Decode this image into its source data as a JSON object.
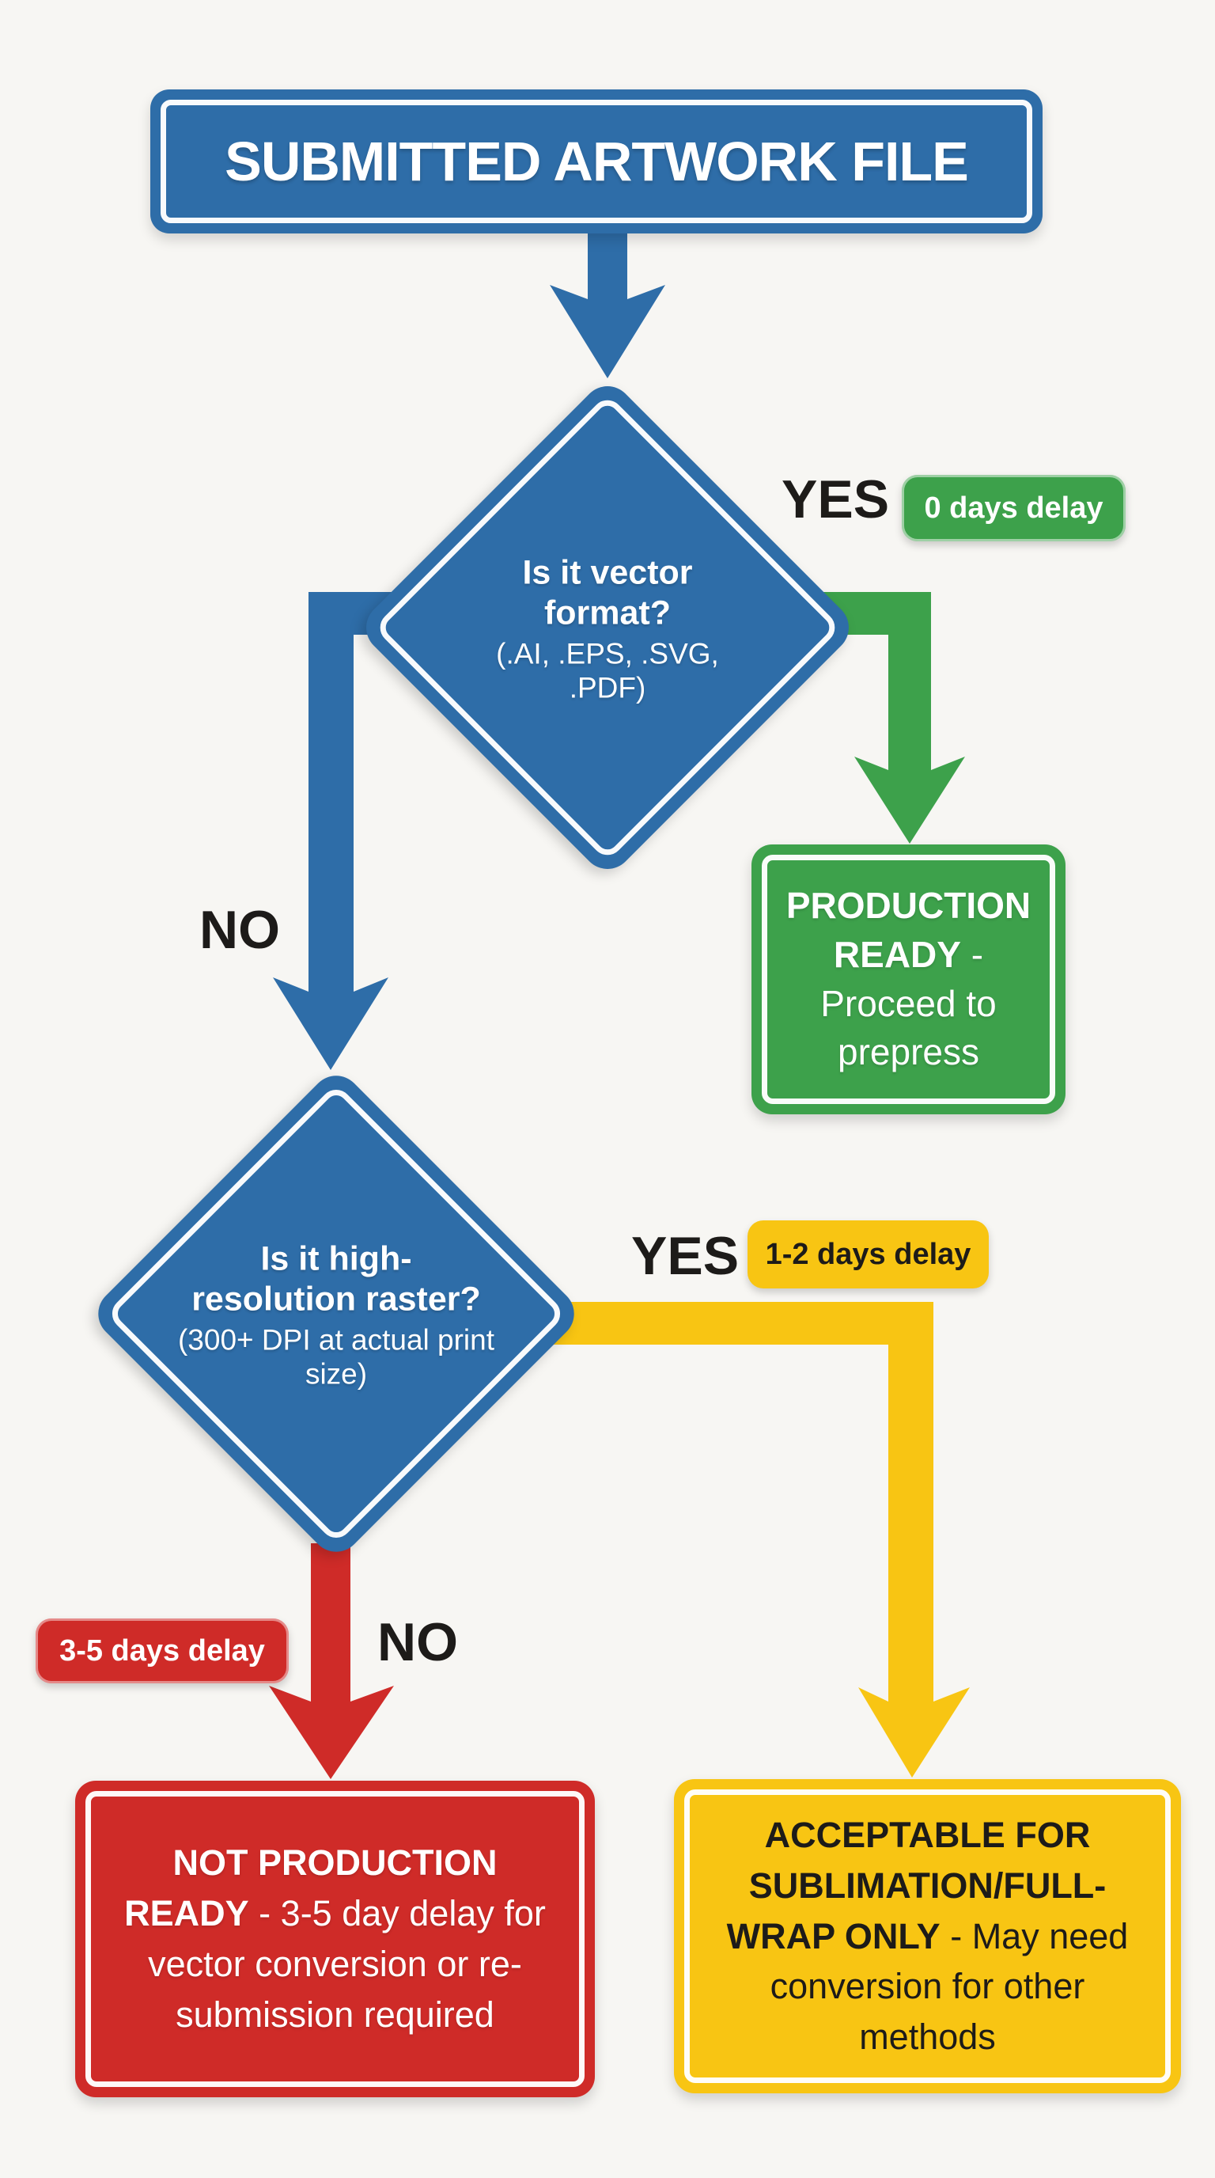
{
  "colors": {
    "blue": "#2e6da8",
    "green": "#3da14b",
    "yellow": "#f8c513",
    "red": "#cf2b28",
    "ink": "#1d1b19",
    "bg": "#f7f6f3",
    "white": "#ffffff"
  },
  "title": {
    "text": "SUBMITTED ARTWORK FILE"
  },
  "decision_vector": {
    "question": "Is it vector format?",
    "detail": "(.AI, .EPS, .SVG, .PDF)",
    "yes_label": "YES",
    "yes_badge": "0 days delay",
    "no_label": "NO"
  },
  "decision_raster": {
    "question": "Is it high-resolution raster?",
    "detail": "(300+ DPI at actual print size)",
    "yes_label": "YES",
    "yes_badge": "1-2 days delay",
    "no_label": "NO",
    "no_badge": "3-5 days delay"
  },
  "outcome_production_ready": {
    "bold": "PRODUCTION READY",
    "rest": " - Proceed to prepress"
  },
  "outcome_sublimation_only": {
    "bold": "ACCEPTABLE FOR SUBLIMATION/FULL-WRAP ONLY",
    "rest": " - May need conversion for other methods"
  },
  "outcome_not_ready": {
    "bold": "NOT PRODUCTION READY",
    "rest": " - 3-5 day delay for vector conversion or re-submission required"
  }
}
